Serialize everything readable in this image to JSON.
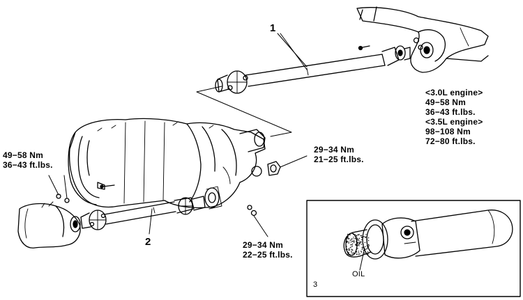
{
  "callouts": {
    "part1": "1",
    "part2": "2",
    "part3": "3"
  },
  "torque_right": {
    "line1": "<3.0L engine>",
    "line2": "49−58 Nm",
    "line3": "36−43 ft.lbs.",
    "line4": "<3.5L engine>",
    "line5": "98−108 Nm",
    "line6": "72−80 ft.lbs."
  },
  "torque_mid": {
    "nm": "29−34 Nm",
    "ftlbs": "21−25 ft.lbs."
  },
  "torque_left": {
    "nm": "49−58 Nm",
    "ftlbs": "36−43 ft.lbs."
  },
  "torque_bottom": {
    "nm": "29−34 Nm",
    "ftlbs": "22−25 ft.lbs."
  },
  "inset": {
    "oil_label": "OIL"
  }
}
